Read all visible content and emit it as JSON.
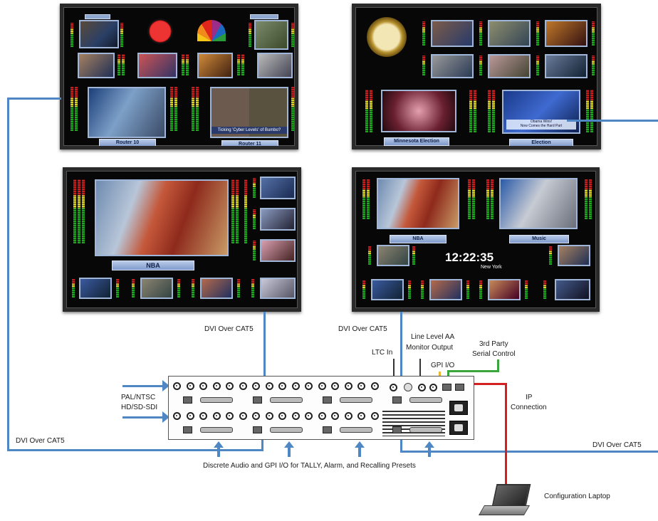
{
  "labels": {
    "dvi_top_left": "DVI Over CAT5",
    "dvi_top_right": "DVI Over CAT5",
    "dvi_bottom_left": "DVI Over CAT5",
    "dvi_bottom_right": "DVI Over CAT5",
    "ltc_in": "LTC In",
    "line_level": "Line Level AA",
    "monitor_output": "Monitor Output",
    "third_party": "3rd Party",
    "serial_control": "Serial Control",
    "gpi_io": "GPI I/O",
    "pal_ntsc": "PAL/NTSC",
    "hd_sd_sdi": "HD/SD-SDI",
    "ip": "IP",
    "connection": "Connection",
    "discrete_audio": "Discrete Audio and GPI I/O for TALLY, Alarm, and Recalling Presets",
    "config_laptop": "Configuration Laptop"
  },
  "monitor1": {
    "router10": "Router 10",
    "router11": "Router 11",
    "ticker": "Ticking 'Cyber Levels' of Bumbo?"
  },
  "monitor2": {
    "minnesota": "Minnesota Election",
    "election": "Election",
    "lower_third_1": "Obama Wins!",
    "lower_third_2": "Now Comes the Hard Part"
  },
  "monitor3": {
    "nba": "NBA"
  },
  "monitor4": {
    "nba": "NBA",
    "music": "Music",
    "clock_time": "12:22:35",
    "clock_city": "New York"
  },
  "colors": {
    "cable": "#4f86c4",
    "gpi_wire": "#3aa53a",
    "ip_wire": "#d42020",
    "ltc_wire": "#e8b830"
  }
}
